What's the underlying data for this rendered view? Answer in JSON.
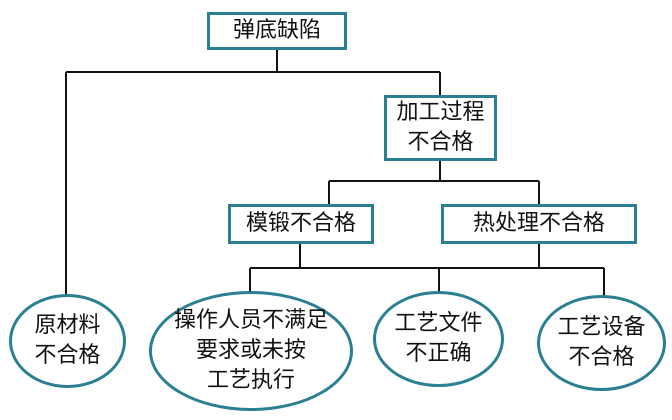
{
  "colors": {
    "border": "#2a7f93",
    "line": "#111111"
  },
  "root": {
    "label": "弹底缺陷"
  },
  "process": {
    "label": "加工过程\n不合格"
  },
  "forging": {
    "label": "模锻不合格"
  },
  "heat_treatment": {
    "label": "热处理不合格"
  },
  "material": {
    "label": "原材料\n不合格"
  },
  "operator": {
    "label": "操作人员不满足\n要求或未按\n工艺执行"
  },
  "process_file": {
    "label": "工艺文件\n不正确"
  },
  "equipment": {
    "label": "工艺设备\n不合格"
  }
}
